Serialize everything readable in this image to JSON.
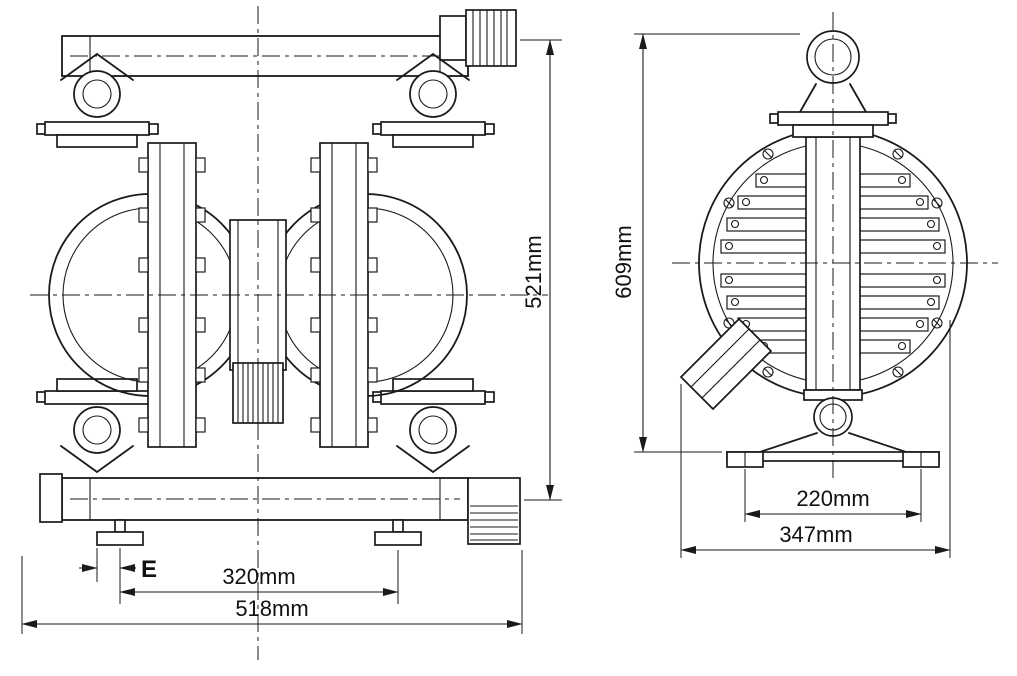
{
  "colors": {
    "line": "#1a1a1a",
    "background": "#ffffff"
  },
  "front_view": {
    "dim_height": "521mm",
    "dim_span": "320mm",
    "dim_width": "518mm",
    "dim_offset": "E"
  },
  "side_view": {
    "dim_height": "609mm",
    "dim_base": "220mm",
    "dim_width": "347mm"
  }
}
